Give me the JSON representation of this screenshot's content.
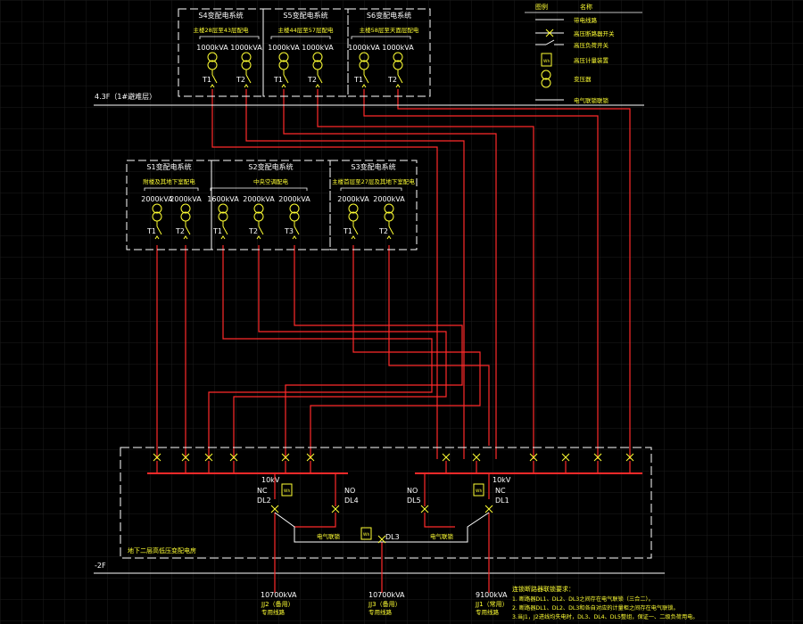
{
  "colors": {
    "background": "#000000",
    "cable": "#ff2a2a",
    "frame": "#ffffff",
    "equipment": "#ffff33",
    "grid": "#1c1c1c"
  },
  "top_substations": [
    {
      "name": "S4变配电系统",
      "note": "主楼28层至43层配电",
      "transformers": [
        {
          "rating": "1000kVA",
          "tag": "T1"
        },
        {
          "rating": "1000kVA",
          "tag": "T2"
        }
      ]
    },
    {
      "name": "S5变配电系统",
      "note": "主楼44层至57层配电",
      "transformers": [
        {
          "rating": "1000kVA",
          "tag": "T1"
        },
        {
          "rating": "1000kVA",
          "tag": "T2"
        }
      ]
    },
    {
      "name": "S6变配电系统",
      "note": "主楼58层至天面层配电",
      "transformers": [
        {
          "rating": "1000kVA",
          "tag": "T1"
        },
        {
          "rating": "1000kVA",
          "tag": "T2"
        }
      ]
    }
  ],
  "mid_substations": [
    {
      "name": "S1变配电系统",
      "note": "附楼及其地下室配电",
      "transformers": [
        {
          "rating": "2000kVA",
          "tag": "T1"
        },
        {
          "rating": "2000kVA",
          "tag": "T2"
        }
      ]
    },
    {
      "name": "S2变配电系统",
      "note": "中央空调配电",
      "transformers": [
        {
          "rating": "1600kVA",
          "tag": "T1"
        },
        {
          "rating": "2000kVA",
          "tag": "T2"
        },
        {
          "rating": "2000kVA",
          "tag": "T3"
        }
      ]
    },
    {
      "name": "S3变配电系统",
      "note": "主楼首层至27层及其地下室配电",
      "transformers": [
        {
          "rating": "2000kVA",
          "tag": "T1"
        },
        {
          "rating": "2000kVA",
          "tag": "T2"
        }
      ]
    }
  ],
  "floor_4f": "4.3F（1#避难层）",
  "floor_b2": "-2F",
  "main_station": "地下二层高低压变配电房",
  "bus_left_voltage": "10kV",
  "bus_right_voltage": "10kV",
  "switches": {
    "dl2": {
      "state": "NC",
      "name": "DL2"
    },
    "dl4": {
      "state": "NO",
      "name": "DL4"
    },
    "dl5": {
      "state": "NO",
      "name": "DL5"
    },
    "dl1": {
      "state": "NC",
      "name": "DL1"
    },
    "dl3": {
      "name": "DL3"
    }
  },
  "interlock_label": "电气联锁",
  "meter_label": "Wh",
  "incomers": [
    {
      "capacity": "10700kVA",
      "name": "JJ2（备用）",
      "type": "专用线路"
    },
    {
      "capacity": "10700kVA",
      "name": "JJ3（备用）",
      "type": "专用线路"
    },
    {
      "capacity": "9100kVA",
      "name": "JJ1（常用）",
      "type": "专用线路"
    }
  ],
  "legend": {
    "header_symbol": "图例",
    "header_name": "名称",
    "items": [
      {
        "icon": "cable-line",
        "label": "带电线路"
      },
      {
        "icon": "breaker-icon",
        "label": "高压断路器开关"
      },
      {
        "icon": "load-switch-icon",
        "label": "高压负荷开关"
      },
      {
        "icon": "meter-icon",
        "label": "高压计量装置"
      },
      {
        "icon": "transformer-icon",
        "label": "变压器"
      },
      {
        "icon": "interlock-line",
        "label": "电气联锁联锁"
      }
    ]
  },
  "notes": {
    "title": "连锁断路器联锁要求：",
    "lines": [
      "1. 断路器DL1、DL2、DL3之间存在电气联锁（三合二）。",
      "2. 断路器DL1、DL2、DL3和各自对应的计量柜之间存在电气联锁。",
      "3.当J1，J2进线均失电时，DL3、DL4、DL5整组，保证一、二级负荷用电。"
    ]
  }
}
